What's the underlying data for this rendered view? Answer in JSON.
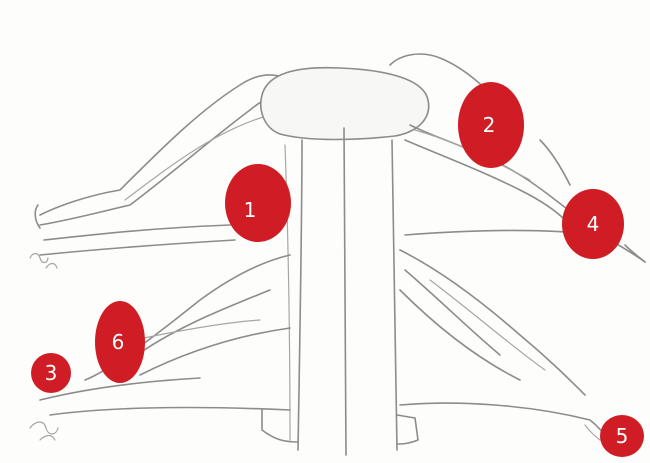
{
  "markers": [
    {
      "id": "1",
      "label": "1",
      "color": "#d01c24"
    },
    {
      "id": "2",
      "label": "2",
      "color": "#d01c24"
    },
    {
      "id": "3",
      "label": "3",
      "color": "#d01c24"
    },
    {
      "id": "4",
      "label": "4",
      "color": "#d01c24"
    },
    {
      "id": "5",
      "label": "5",
      "color": "#d01c24"
    },
    {
      "id": "6",
      "label": "6",
      "color": "#d01c24"
    }
  ]
}
